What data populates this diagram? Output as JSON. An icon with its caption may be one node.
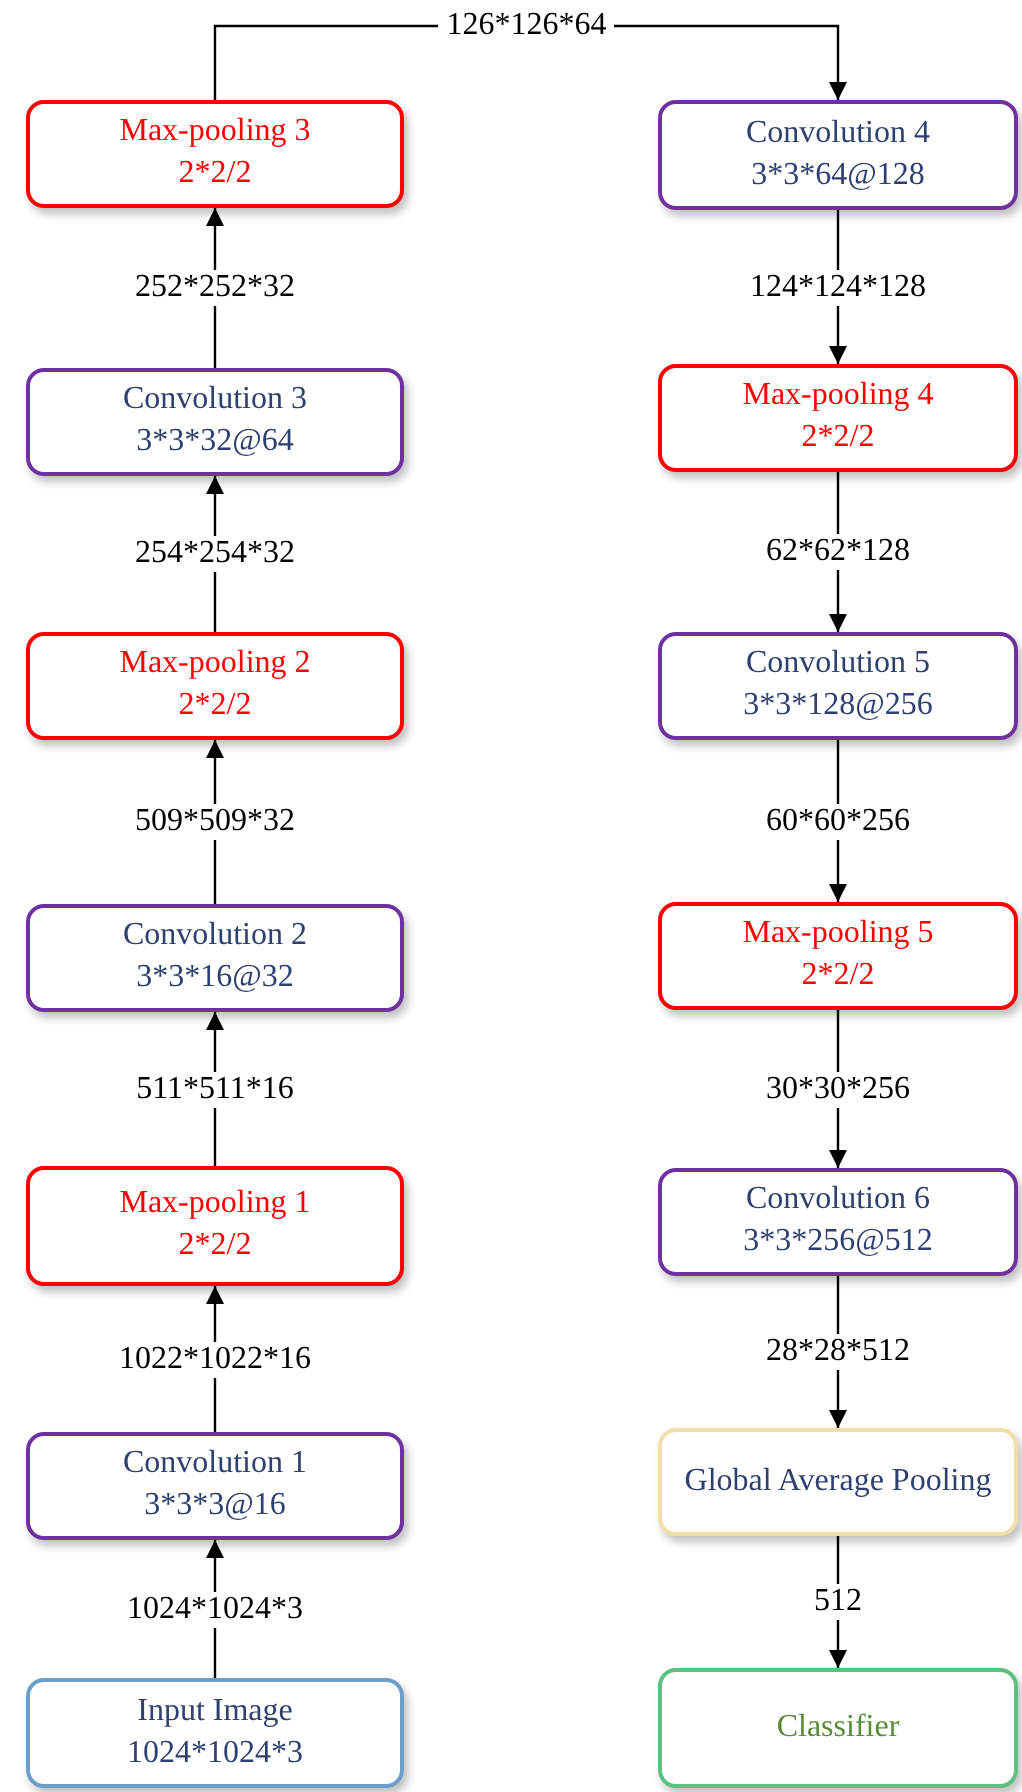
{
  "diagram": {
    "nodes": [
      {
        "text": [
          "Input Image",
          "1024*1024*3"
        ]
      },
      {
        "text": [
          "Convolution 1",
          "3*3*3@16"
        ]
      },
      {
        "text": [
          "Max-pooling 1",
          "2*2/2"
        ]
      },
      {
        "text": [
          "Convolution 2",
          "3*3*16@32"
        ]
      },
      {
        "text": [
          "Max-pooling 2",
          "2*2/2"
        ]
      },
      {
        "text": [
          "Convolution 3",
          "3*3*32@64"
        ]
      },
      {
        "text": [
          "Max-pooling 3",
          "2*2/2"
        ]
      },
      {
        "text": [
          "Convolution 4",
          "3*3*64@128"
        ]
      },
      {
        "text": [
          "Max-pooling 4",
          "2*2/2"
        ]
      },
      {
        "text": [
          "Convolution 5",
          "3*3*128@256"
        ]
      },
      {
        "text": [
          "Max-pooling 5",
          "2*2/2"
        ]
      },
      {
        "text": [
          "Convolution 6",
          "3*3*256@512"
        ]
      },
      {
        "text": [
          "Global Average Pooling"
        ]
      },
      {
        "text": [
          "Classifier"
        ]
      }
    ],
    "edges": [
      {
        "from": 0,
        "to": 1,
        "arrow": "to",
        "label": "1024*1024*3"
      },
      {
        "from": 1,
        "to": 2,
        "arrow": "to",
        "label": "1022*1022*16"
      },
      {
        "from": 2,
        "to": 3,
        "arrow": "to",
        "label": "511*511*16"
      },
      {
        "from": 3,
        "to": 4,
        "arrow": "to",
        "label": "509*509*32"
      },
      {
        "from": 4,
        "to": 5,
        "arrow": "to",
        "label": "254*254*32"
      },
      {
        "from": 5,
        "to": 6,
        "arrow": "to",
        "label": "252*252*32"
      },
      {
        "from": 6,
        "to": 7,
        "arrow": "to",
        "label": "126*126*64"
      },
      {
        "from": 7,
        "to": 8,
        "arrow": "to",
        "label": "124*124*128"
      },
      {
        "from": 8,
        "to": 9,
        "arrow": "to",
        "label": "62*62*128"
      },
      {
        "from": 9,
        "to": 10,
        "arrow": "to",
        "label": "60*60*256"
      },
      {
        "from": 10,
        "to": 11,
        "arrow": "to",
        "label": "30*30*256"
      },
      {
        "from": 11,
        "to": 12,
        "arrow": "to",
        "label": "28*28*512"
      },
      {
        "from": 12,
        "to": 13,
        "arrow": "to",
        "label": "512"
      }
    ]
  }
}
